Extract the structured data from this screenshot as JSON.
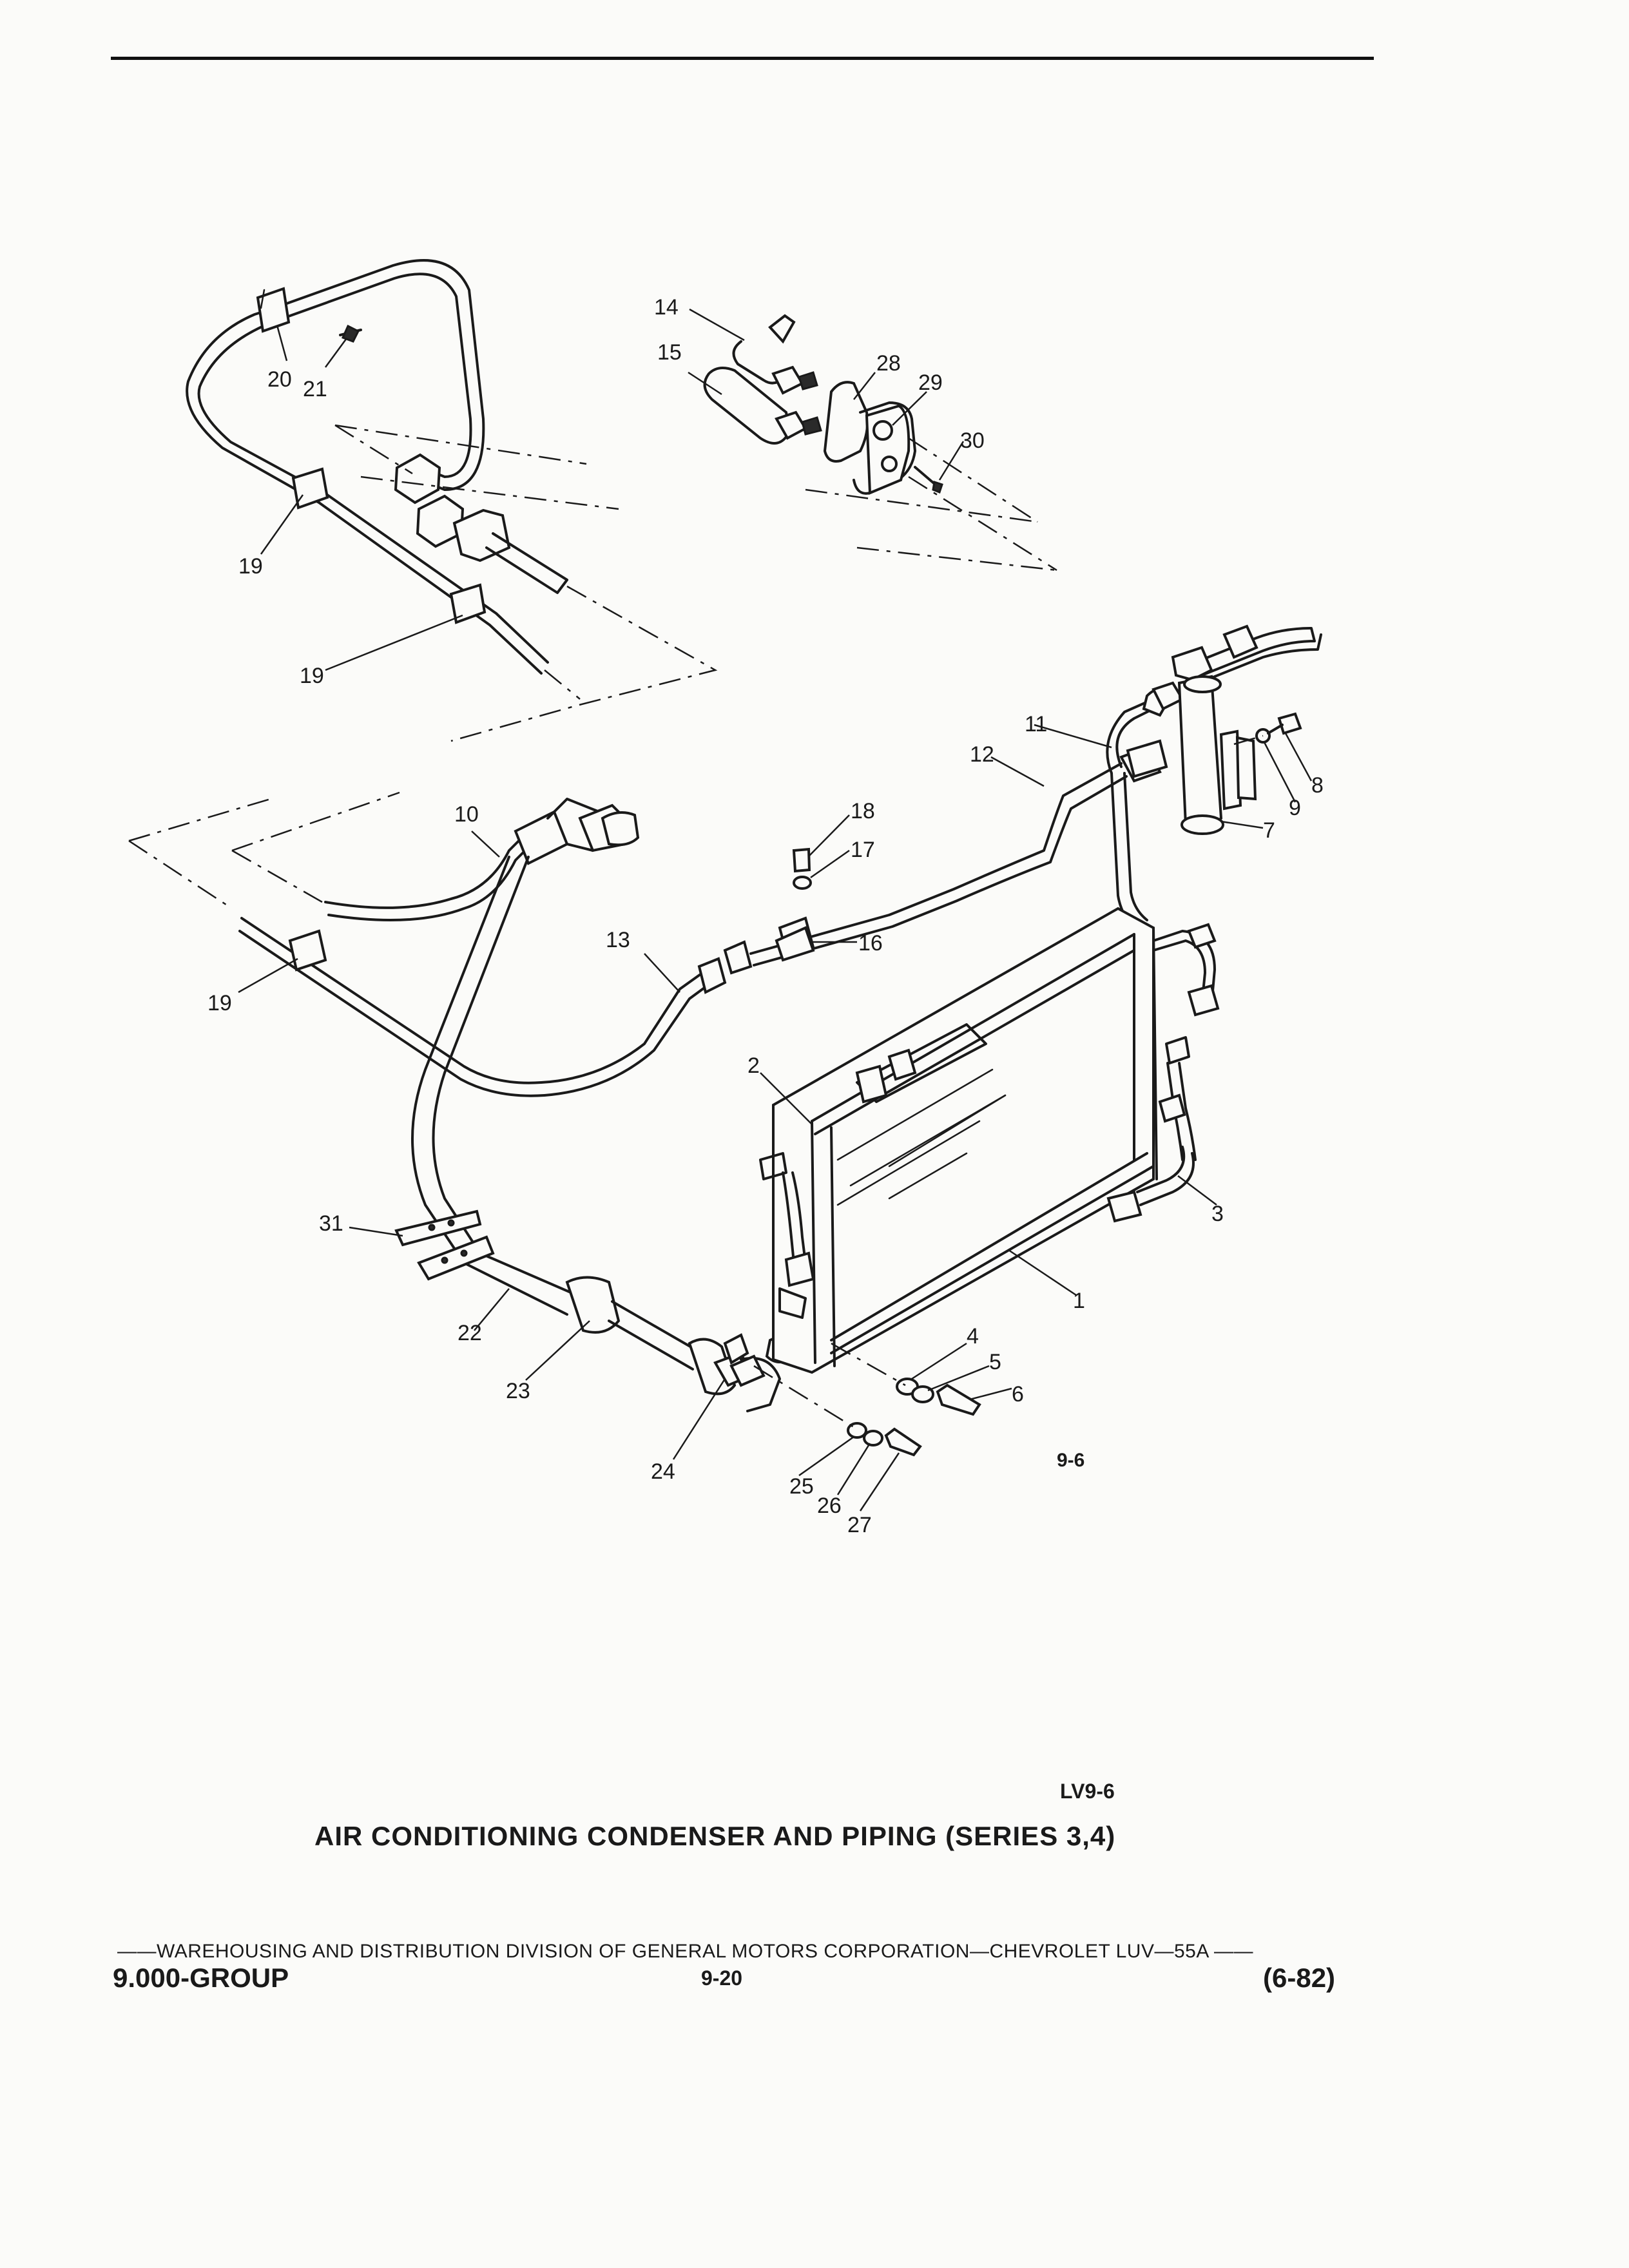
{
  "figure": {
    "code": "9-6",
    "id": "LV9-6",
    "title": "AIR CONDITIONING CONDENSER AND PIPING (SERIES 3,4)"
  },
  "callouts": {
    "c1": "1",
    "c2": "2",
    "c3": "3",
    "c4": "4",
    "c5": "5",
    "c6": "6",
    "c7": "7",
    "c8": "8",
    "c9": "9",
    "c10": "10",
    "c11": "11",
    "c12": "12",
    "c13": "13",
    "c14": "14",
    "c15": "15",
    "c16": "16",
    "c17": "17",
    "c18": "18",
    "c19": "19",
    "c20": "20",
    "c21": "21",
    "c22": "22",
    "c23": "23",
    "c24": "24",
    "c25": "25",
    "c26": "26",
    "c27": "27",
    "c28": "28",
    "c29": "29",
    "c30": "30",
    "c31": "31"
  },
  "footer": {
    "corporation": "——WAREHOUSING AND DISTRIBUTION  DIVISION OF GENERAL MOTORS CORPORATION—CHEVROLET LUV—55A  ——",
    "group": "9.000-GROUP",
    "page": "9-20",
    "date": "(6-82)"
  }
}
